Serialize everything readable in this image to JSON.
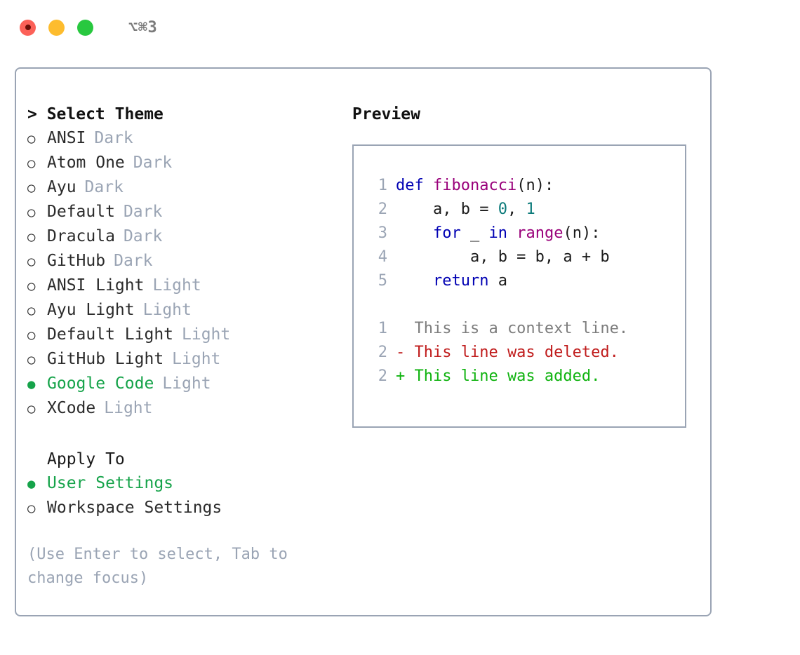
{
  "titlebar": {
    "shortcut": "⌥⌘3",
    "lights": [
      {
        "name": "close",
        "color": "#fc6158"
      },
      {
        "name": "minimize",
        "color": "#fdbc2e"
      },
      {
        "name": "zoom",
        "color": "#28c83f"
      }
    ]
  },
  "theme_picker": {
    "heading": "> Select Theme",
    "markers": {
      "unselected": "○",
      "selected": "●"
    },
    "items": [
      {
        "label": "ANSI",
        "variant": "Dark",
        "selected": false
      },
      {
        "label": "Atom One",
        "variant": "Dark",
        "selected": false
      },
      {
        "label": "Ayu",
        "variant": "Dark",
        "selected": false
      },
      {
        "label": "Default",
        "variant": "Dark",
        "selected": false
      },
      {
        "label": "Dracula",
        "variant": "Dark",
        "selected": false
      },
      {
        "label": "GitHub",
        "variant": "Dark",
        "selected": false
      },
      {
        "label": "ANSI Light",
        "variant": "Light",
        "selected": false
      },
      {
        "label": "Ayu Light",
        "variant": "Light",
        "selected": false
      },
      {
        "label": "Default Light",
        "variant": "Light",
        "selected": false
      },
      {
        "label": "GitHub Light",
        "variant": "Light",
        "selected": false
      },
      {
        "label": "Google Code",
        "variant": "Light",
        "selected": true
      },
      {
        "label": "XCode",
        "variant": "Light",
        "selected": false
      }
    ]
  },
  "apply_to": {
    "heading": "Apply To",
    "items": [
      {
        "label": "User Settings",
        "selected": true
      },
      {
        "label": "Workspace Settings",
        "selected": false
      }
    ]
  },
  "hint": "(Use Enter to select, Tab to change focus)",
  "preview": {
    "title": "Preview",
    "code_lines": [
      {
        "num": "1",
        "tokens": [
          {
            "t": "def ",
            "cls": "tok-kw"
          },
          {
            "t": "fibonacci",
            "cls": "tok-fn"
          },
          {
            "t": "(n):",
            "cls": "tok-pln"
          }
        ]
      },
      {
        "num": "2",
        "tokens": [
          {
            "t": "    a, b = ",
            "cls": "tok-pln"
          },
          {
            "t": "0",
            "cls": "tok-num"
          },
          {
            "t": ", ",
            "cls": "tok-pln"
          },
          {
            "t": "1",
            "cls": "tok-num"
          }
        ]
      },
      {
        "num": "3",
        "tokens": [
          {
            "t": "    ",
            "cls": "tok-pln"
          },
          {
            "t": "for",
            "cls": "tok-kw"
          },
          {
            "t": " _ ",
            "cls": "tok-pln"
          },
          {
            "t": "in",
            "cls": "tok-kw"
          },
          {
            "t": " ",
            "cls": "tok-pln"
          },
          {
            "t": "range",
            "cls": "tok-fn"
          },
          {
            "t": "(n):",
            "cls": "tok-pln"
          }
        ]
      },
      {
        "num": "4",
        "tokens": [
          {
            "t": "        a, b = b, a + b",
            "cls": "tok-pln"
          }
        ]
      },
      {
        "num": "5",
        "tokens": [
          {
            "t": "    ",
            "cls": "tok-pln"
          },
          {
            "t": "return",
            "cls": "tok-kw"
          },
          {
            "t": " a",
            "cls": "tok-pln"
          }
        ]
      }
    ],
    "diff_lines": [
      {
        "num": "1",
        "text": "  This is a context line.",
        "kind": "diff-ctx"
      },
      {
        "num": "2",
        "text": "- This line was deleted.",
        "kind": "diff-del"
      },
      {
        "num": "2",
        "text": "+ This line was added.",
        "kind": "diff-add"
      }
    ]
  },
  "colors": {
    "accent_green": "#16a34a",
    "border_slate": "#9aa4b4",
    "muted": "#9aa4b4",
    "keyword": "#0000b3",
    "function": "#99007a",
    "number": "#0b7a7a",
    "diff_added": "#10b310",
    "diff_deleted": "#c01c1c",
    "diff_context": "#7d7d7d"
  }
}
